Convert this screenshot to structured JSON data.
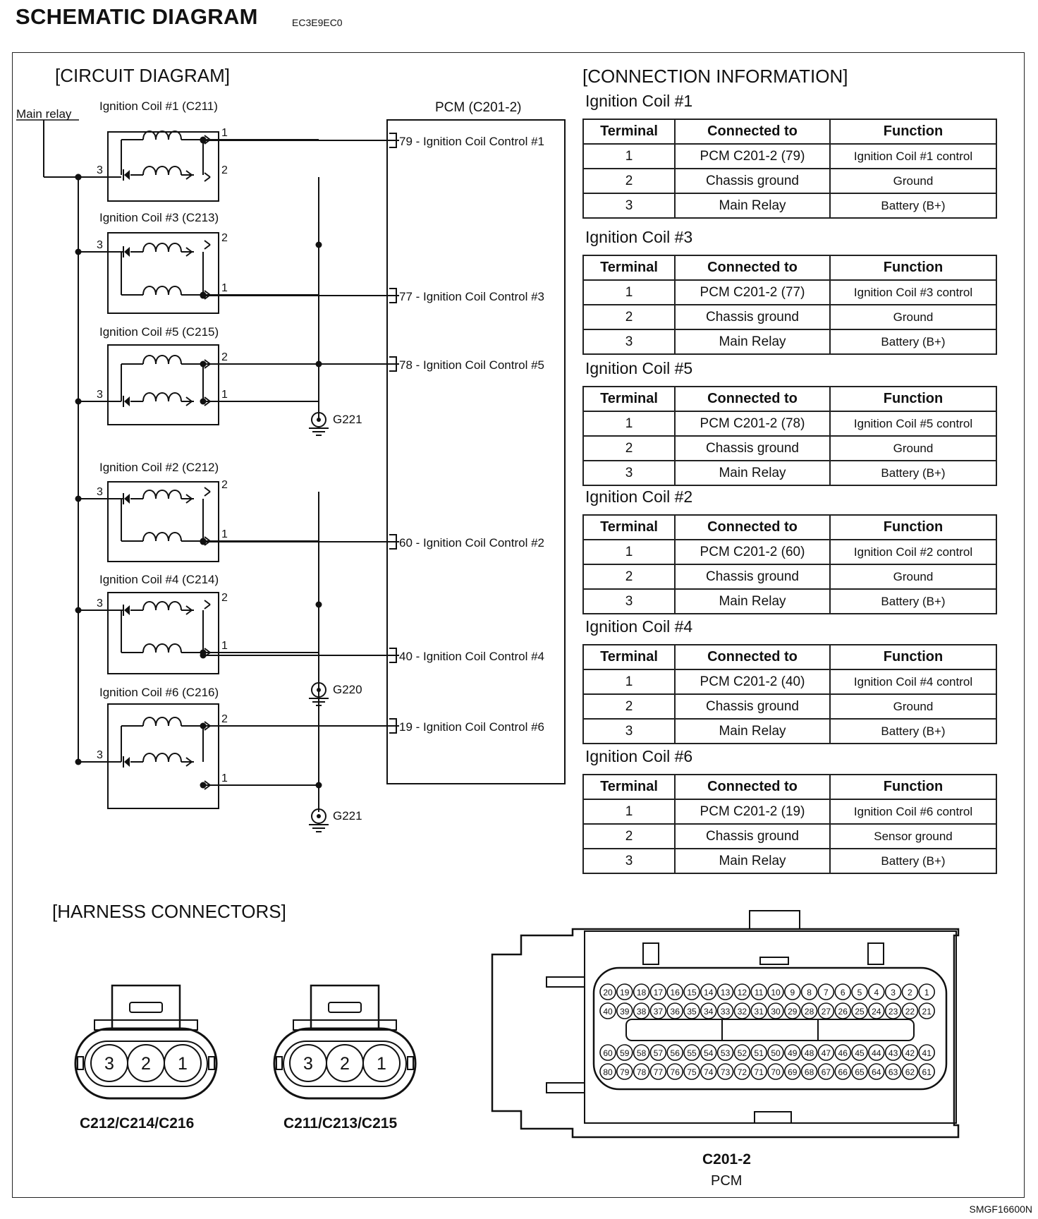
{
  "header": {
    "title": "SCHEMATIC DIAGRAM",
    "code": "EC3E9EC0"
  },
  "sections": {
    "circuit": "[CIRCUIT DIAGRAM]",
    "connection": "[CONNECTION INFORMATION]",
    "harness": "[HARNESS CONNECTORS]"
  },
  "circuit": {
    "main_relay": "Main relay",
    "pcm_label": "PCM (C201-2)",
    "coils": [
      {
        "name": "Ignition Coil #1 (C211)"
      },
      {
        "name": "Ignition Coil #3 (C213)"
      },
      {
        "name": "Ignition Coil #5 (C215)"
      },
      {
        "name": "Ignition Coil #2 (C212)"
      },
      {
        "name": "Ignition Coil #4 (C214)"
      },
      {
        "name": "Ignition Coil #6 (C216)"
      }
    ],
    "pins": [
      "79 - Ignition Coil Control #1",
      "77 - Ignition Coil Control #3",
      "78 - Ignition Coil Control #5",
      "60 - Ignition Coil Control #2",
      "40 - Ignition Coil Control #4",
      "19 - Ignition Coil Control #6"
    ],
    "grounds": [
      "G221",
      "G220",
      "G221"
    ],
    "terminal_numbers": {
      "one": "1",
      "two": "2",
      "three": "3"
    }
  },
  "tables": {
    "headers": [
      "Terminal",
      "Connected to",
      "Function"
    ],
    "list": [
      {
        "title": "Ignition Coil #1",
        "rows": [
          [
            "1",
            "PCM C201-2 (79)",
            "Ignition Coil #1 control"
          ],
          [
            "2",
            "Chassis ground",
            "Ground"
          ],
          [
            "3",
            "Main Relay",
            "Battery (B+)"
          ]
        ]
      },
      {
        "title": "Ignition Coil #3",
        "rows": [
          [
            "1",
            "PCM C201-2 (77)",
            "Ignition Coil #3 control"
          ],
          [
            "2",
            "Chassis ground",
            "Ground"
          ],
          [
            "3",
            "Main Relay",
            "Battery (B+)"
          ]
        ]
      },
      {
        "title": "Ignition Coil #5",
        "rows": [
          [
            "1",
            "PCM C201-2 (78)",
            "Ignition Coil #5 control"
          ],
          [
            "2",
            "Chassis ground",
            "Ground"
          ],
          [
            "3",
            "Main Relay",
            "Battery (B+)"
          ]
        ]
      },
      {
        "title": "Ignition Coil #2",
        "rows": [
          [
            "1",
            "PCM C201-2 (60)",
            "Ignition Coil #2 control"
          ],
          [
            "2",
            "Chassis ground",
            "Ground"
          ],
          [
            "3",
            "Main Relay",
            "Battery (B+)"
          ]
        ]
      },
      {
        "title": "Ignition Coil #4",
        "rows": [
          [
            "1",
            "PCM C201-2 (40)",
            "Ignition Coil #4 control"
          ],
          [
            "2",
            "Chassis ground",
            "Ground"
          ],
          [
            "3",
            "Main Relay",
            "Battery (B+)"
          ]
        ]
      },
      {
        "title": "Ignition Coil #6",
        "rows": [
          [
            "1",
            "PCM C201-2 (19)",
            "Ignition Coil #6 control"
          ],
          [
            "2",
            "Chassis ground",
            "Sensor ground"
          ],
          [
            "3",
            "Main Relay",
            "Battery (B+)"
          ]
        ]
      }
    ]
  },
  "harness": {
    "connector_a": {
      "caption": "C212/C214/C216",
      "pins": [
        "3",
        "2",
        "1"
      ]
    },
    "connector_b": {
      "caption": "C211/C213/C215",
      "pins": [
        "3",
        "2",
        "1"
      ]
    },
    "pcm": {
      "caption": "C201-2",
      "sub": "PCM",
      "rows": [
        [
          "20",
          "19",
          "18",
          "17",
          "16",
          "15",
          "14",
          "13",
          "12",
          "11",
          "10",
          "9",
          "8",
          "7",
          "6",
          "5",
          "4",
          "3",
          "2",
          "1"
        ],
        [
          "40",
          "39",
          "38",
          "37",
          "36",
          "35",
          "34",
          "33",
          "32",
          "31",
          "30",
          "29",
          "28",
          "27",
          "26",
          "25",
          "24",
          "23",
          "22",
          "21"
        ],
        [
          "60",
          "59",
          "58",
          "57",
          "56",
          "55",
          "54",
          "53",
          "52",
          "51",
          "50",
          "49",
          "48",
          "47",
          "46",
          "45",
          "44",
          "43",
          "42",
          "41"
        ],
        [
          "80",
          "79",
          "78",
          "77",
          "76",
          "75",
          "74",
          "73",
          "72",
          "71",
          "70",
          "69",
          "68",
          "67",
          "66",
          "65",
          "64",
          "63",
          "62",
          "61"
        ]
      ]
    }
  },
  "footer": {
    "code": "SMGF16600N"
  }
}
